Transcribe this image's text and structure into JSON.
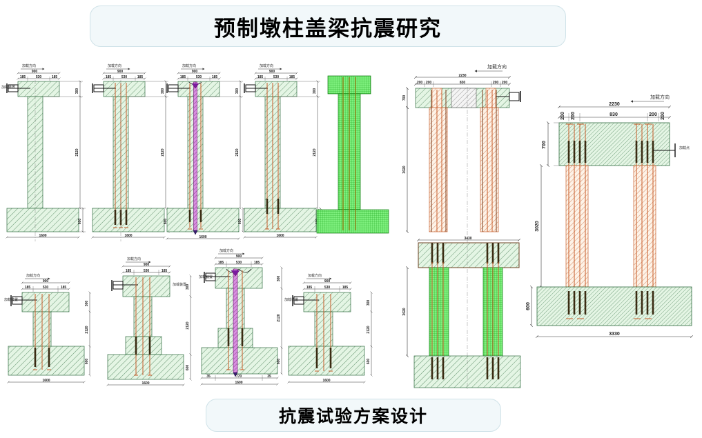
{
  "titles": {
    "top": "预制墩柱盖梁抗震研究",
    "bottom": "抗震试验方案设计"
  },
  "labels": {
    "load_direction": "加载方向",
    "load_device": "加载装置",
    "loading_point": "加载点"
  },
  "dimensions": {
    "cap_total_small": "900",
    "cap_seg_left": "185",
    "cap_seg_mid": "530",
    "cap_seg_right": "185",
    "cap_height": "300",
    "col_height": "2120",
    "found_height": "600",
    "found_width": "1600",
    "base_seg_left": "35",
    "base_seg_mid": "770",
    "base_seg_right": "35",
    "cap_total_big": "2230",
    "big_seg_a": "200",
    "big_seg_b": "200",
    "big_seg_c": "830",
    "big_seg_d": "200",
    "big_seg_e": "200",
    "big_cap_height": "700",
    "big_col_height": "3020",
    "big_found_height": "600",
    "big_found_width": "3330",
    "bent_width": "3430"
  },
  "figures": [
    {
      "id": "fig-1",
      "name": "monolithic-pier-elevation"
    },
    {
      "id": "fig-2",
      "name": "grouted-sleeve-pier-elevation"
    },
    {
      "id": "fig-3",
      "name": "post-tensioned-pier-elevation"
    },
    {
      "id": "fig-4",
      "name": "socket-connection-pier-elevation"
    },
    {
      "id": "fig-5",
      "name": "fem-mesh-model"
    },
    {
      "id": "fig-6",
      "name": "double-column-bent-elevation"
    },
    {
      "id": "fig-7",
      "name": "cap-beam-detail-elevation"
    },
    {
      "id": "fig-8",
      "name": "short-pier-monolithic"
    },
    {
      "id": "fig-9",
      "name": "short-pier-grouted-sleeve"
    },
    {
      "id": "fig-10",
      "name": "short-pier-post-tensioned"
    },
    {
      "id": "fig-11",
      "name": "short-pier-socket"
    }
  ],
  "colors": {
    "concrete_hatch": "#2f6b3f",
    "concrete_fill": "#d9f0d9",
    "rebar": "#c75b28",
    "tendon": "#b02fc0",
    "grout_sleeve": "#3a2b12",
    "mesh": "#19a319",
    "banner_bg": "#f2f8fa",
    "banner_border": "#cfe2e8"
  }
}
